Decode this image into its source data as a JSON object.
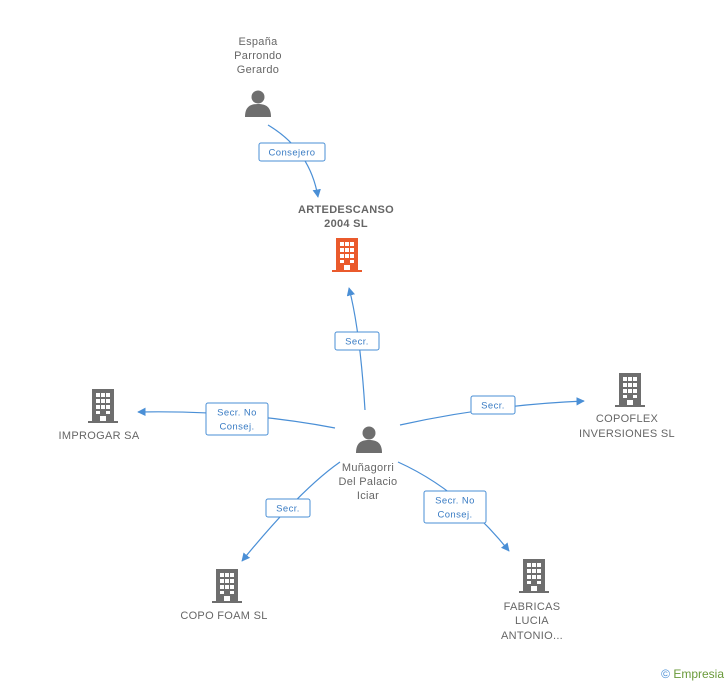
{
  "colors": {
    "edge": "#4a8fd6",
    "node_default": "#6e6e6e",
    "node_focus": "#ea5a2c",
    "text": "#666666"
  },
  "nodes": {
    "espana": {
      "lines": [
        "España",
        "Parrondo",
        "Gerardo"
      ],
      "icon": "person-icon"
    },
    "artedescanso": {
      "lines": [
        "ARTEDESCANSO",
        "2004 SL"
      ],
      "icon": "building-icon"
    },
    "munagorri": {
      "lines": [
        "Muñagorri",
        "Del Palacio",
        "Iciar"
      ],
      "icon": "person-icon"
    },
    "improgar": {
      "lines": [
        "IMPROGAR SA"
      ],
      "icon": "building-icon"
    },
    "copoflex": {
      "lines": [
        "COPOFLEX",
        "INVERSIONES SL"
      ],
      "icon": "building-icon"
    },
    "copofoam": {
      "lines": [
        "COPO FOAM SL"
      ],
      "icon": "building-icon"
    },
    "fabricas": {
      "lines": [
        "FABRICAS",
        "LUCIA",
        "ANTONIO..."
      ],
      "icon": "building-icon"
    }
  },
  "edges": {
    "consejero": {
      "lines": [
        "Consejero"
      ]
    },
    "secr_arte": {
      "lines": [
        "Secr."
      ]
    },
    "secr_improgar": {
      "lines": [
        "Secr. No",
        "Consej."
      ]
    },
    "secr_copoflex": {
      "lines": [
        "Secr."
      ]
    },
    "secr_copofoam": {
      "lines": [
        "Secr."
      ]
    },
    "secr_fabricas": {
      "lines": [
        "Secr. No",
        "Consej."
      ]
    }
  },
  "watermark": {
    "symbol": "©",
    "brand": "Empresia"
  }
}
